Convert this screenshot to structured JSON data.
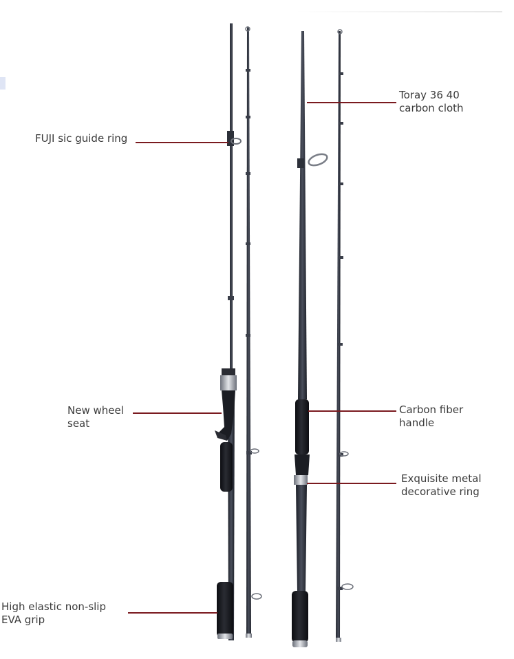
{
  "image": {
    "subject": "Two baitcasting / spinning fishing rods with annotated features",
    "colors": {
      "background": "#ffffff",
      "rod_blank": "#2b2f3a",
      "handle_grip": "#15161b",
      "leader_line": "#7a1a1f",
      "label_text": "#3a3a3a"
    }
  },
  "labels": {
    "fuji_ring": "FUJI sic guide ring",
    "toray_line1": "Toray 36 40",
    "toray_line2": "carbon cloth",
    "wheel_seat_line1": "New wheel",
    "wheel_seat_line2": "seat",
    "carbon_handle_line1": "Carbon fiber",
    "carbon_handle_line2": "handle",
    "metal_ring_line1": "Exquisite metal",
    "metal_ring_line2": "decorative ring",
    "eva_grip_line1": "High elastic non-slip",
    "eva_grip_line2": "EVA grip"
  }
}
